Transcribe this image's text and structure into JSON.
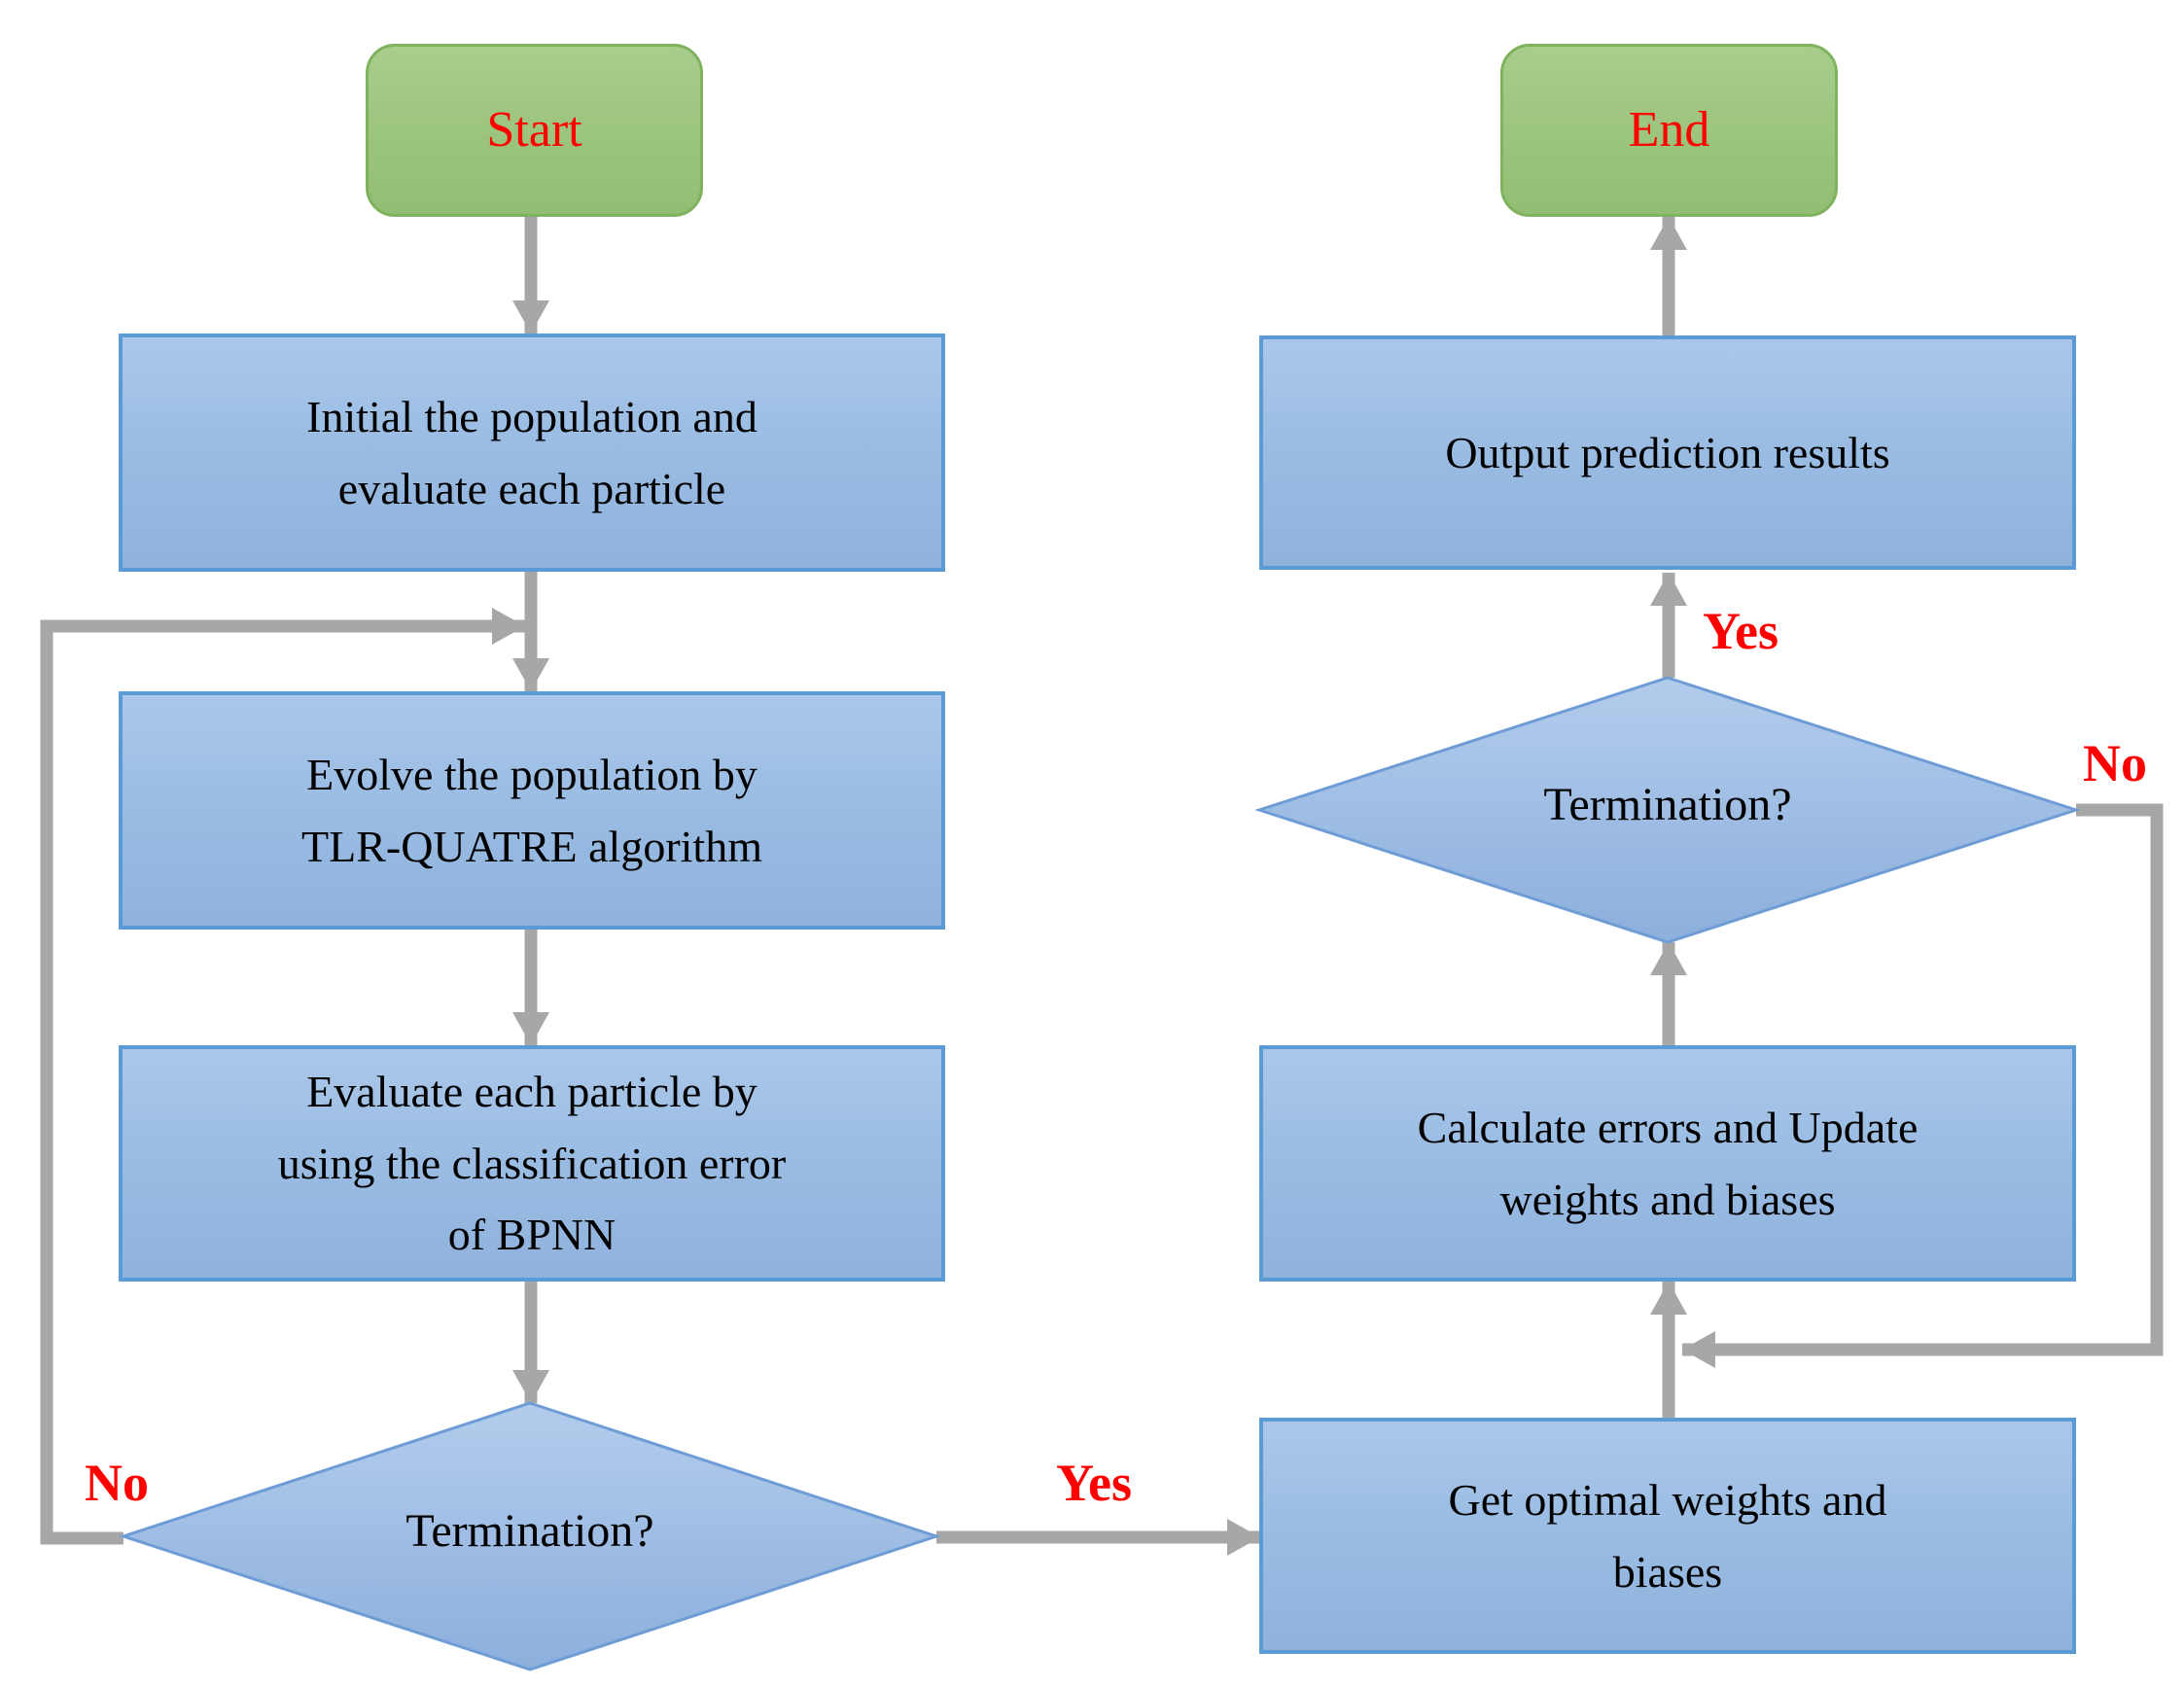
{
  "diagram": {
    "type": "flowchart",
    "nodes": {
      "start": {
        "label": "Start",
        "shape": "rounded-rectangle"
      },
      "init_population": {
        "label": "Initial the population and\nevaluate each particle",
        "shape": "rectangle"
      },
      "evolve_population": {
        "label": "Evolve the population by\nTLR-QUATRE algorithm",
        "shape": "rectangle"
      },
      "evaluate_particle": {
        "label": "Evaluate each particle by\nusing the classification error\nof BPNN",
        "shape": "rectangle"
      },
      "termination_left": {
        "label": "Termination?",
        "shape": "diamond"
      },
      "get_optimal": {
        "label": "Get optimal weights and\nbiases",
        "shape": "rectangle"
      },
      "calculate_errors": {
        "label": "Calculate errors and Update\nweights and biases",
        "shape": "rectangle"
      },
      "termination_right": {
        "label": "Termination?",
        "shape": "diamond"
      },
      "output_results": {
        "label": "Output prediction results",
        "shape": "rectangle"
      },
      "end": {
        "label": "End",
        "shape": "rounded-rectangle"
      }
    },
    "edge_labels": {
      "no_left": "No",
      "yes_left": "Yes",
      "yes_right": "Yes",
      "no_right": "No"
    },
    "colors": {
      "process_fill": "#9BBDE3",
      "process_border": "#5B9BD5",
      "diamond_fill": "#9FBFE5",
      "diamond_border": "#6D9CD6",
      "terminal_fill": "#9CC57E",
      "terminal_border": "#7FB25C",
      "arrow": "#A7A7A7",
      "decision_label": "#FF0000",
      "terminal_text": "#FF0000",
      "process_text": "#000000"
    }
  }
}
